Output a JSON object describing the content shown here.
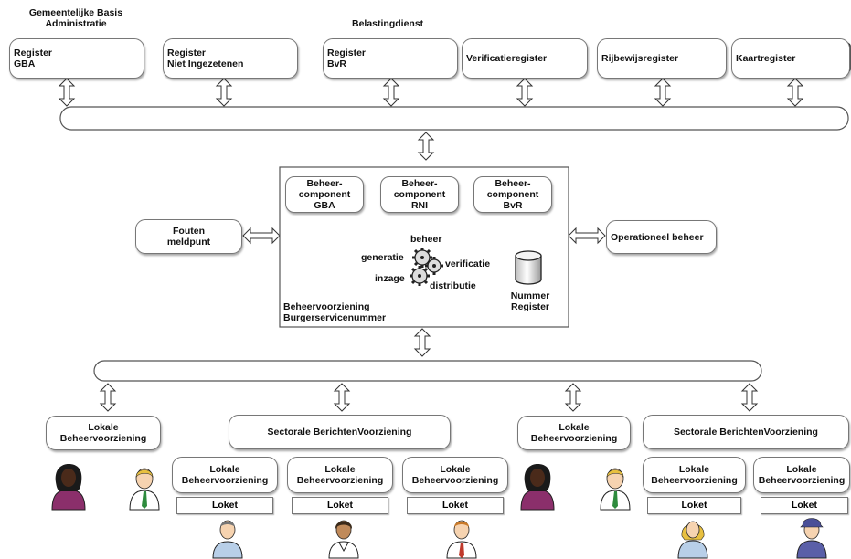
{
  "headers": {
    "gba_line1": "Gemeentelijke Basis",
    "gba_line2": "Administratie",
    "belasting": "Belastingdienst"
  },
  "registers": [
    {
      "line1": "Register",
      "line2": "GBA"
    },
    {
      "line1": "Register",
      "line2": "Niet Ingezetenen"
    },
    {
      "line1": "Register",
      "line2": "BvR"
    },
    {
      "line1": "Verificatieregister",
      "line2": ""
    },
    {
      "line1": "Rijbewijsregister",
      "line2": ""
    },
    {
      "line1": "Kaartregister",
      "line2": ""
    }
  ],
  "components": [
    {
      "line1": "Beheer-",
      "line2": "component",
      "line3": "GBA"
    },
    {
      "line1": "Beheer-",
      "line2": "component",
      "line3": "RNI"
    },
    {
      "line1": "Beheer-",
      "line2": "component",
      "line3": "BvR"
    }
  ],
  "gear_labels": {
    "beheer": "beheer",
    "generatie": "generatie",
    "verificatie": "verificatie",
    "inzage": "inzage",
    "distributie": "distributie"
  },
  "nummer_register": {
    "line1": "Nummer",
    "line2": "Register"
  },
  "central": {
    "line1": "Beheervoorziening",
    "line2": "Burgerservicenummer"
  },
  "fouten": {
    "line1": "Fouten",
    "line2": "meldpunt"
  },
  "operationeel": "Operationeel beheer",
  "lokale": {
    "line1": "Lokale",
    "line2": "Beheervoorziening"
  },
  "sectorale": "Sectorale BerichtenVoorziening",
  "loket": "Loket",
  "icons": {
    "register": "database-cylinder-icon",
    "gears": "gears-icon",
    "person": "person-icon",
    "arrow": "double-arrow-icon"
  },
  "colors": {
    "border": "#777777",
    "woman_dark_skin": "#4a2a1a",
    "woman_dress": "#8b2f6b",
    "man_shirt": "#ffffff",
    "man_tie": "#2e8b3d",
    "blonde_hair": "#e8c040"
  }
}
